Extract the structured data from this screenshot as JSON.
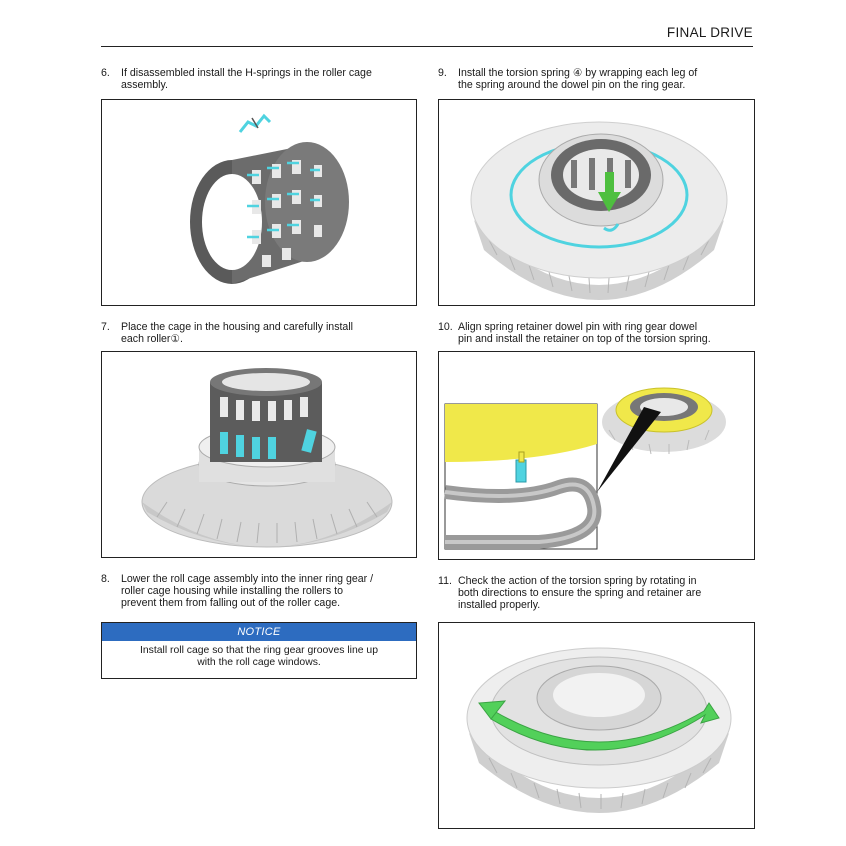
{
  "header": {
    "title": "FINAL DRIVE"
  },
  "steps": {
    "s6": {
      "num": "6.",
      "line1": "If disassembled install the H-springs in the roller cage",
      "line2": "assembly."
    },
    "s7": {
      "num": "7.",
      "line1": "Place the cage in the housing and carefully install",
      "line2": "each roller①."
    },
    "s8": {
      "num": "8.",
      "line1": "Lower the roll cage assembly into the inner ring gear /",
      "line2": "roller cage housing while installing the rollers to",
      "line3": "prevent them from falling out of the roller cage."
    },
    "s9": {
      "num": "9.",
      "line1": "Install the torsion spring ④ by wrapping each leg of",
      "line2": "the spring around the dowel pin on the ring gear."
    },
    "s10": {
      "num": "10.",
      "line1": "Align spring retainer dowel pin with ring gear dowel",
      "line2": "pin and install the retainer on top of the torsion spring."
    },
    "s11": {
      "num": "11.",
      "line1": "Check the action of the torsion spring by rotating in",
      "line2": "both directions to ensure the spring and retainer are",
      "line3": "installed properly."
    }
  },
  "notice": {
    "heading": "NOTICE",
    "line1": "Install roll cage so that the ring gear grooves line up",
    "line2": "with the roll cage windows."
  },
  "colors": {
    "notice_blue": "#2d6cc0",
    "spring_cyan": "#4fd3e0",
    "arrow_green": "#52d05a",
    "retainer_yellow": "#f0e84a"
  }
}
